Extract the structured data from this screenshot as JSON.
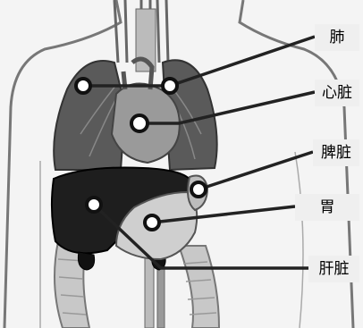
{
  "labels": {
    "lungs": "肺",
    "heart": "心脏",
    "spleen": "脾脏",
    "stomach": "胃",
    "liver": "肝脏"
  },
  "colors": {
    "background": "#f4f4f4",
    "outline": "#555555",
    "lung": "#5a5a5a",
    "heart": "#9a9a9a",
    "liver": "#1e1e1e",
    "stomach": "#cfcfcf",
    "intestine": "#c8c8c8",
    "leader_line": "#222222",
    "label_box": "#efefef"
  }
}
